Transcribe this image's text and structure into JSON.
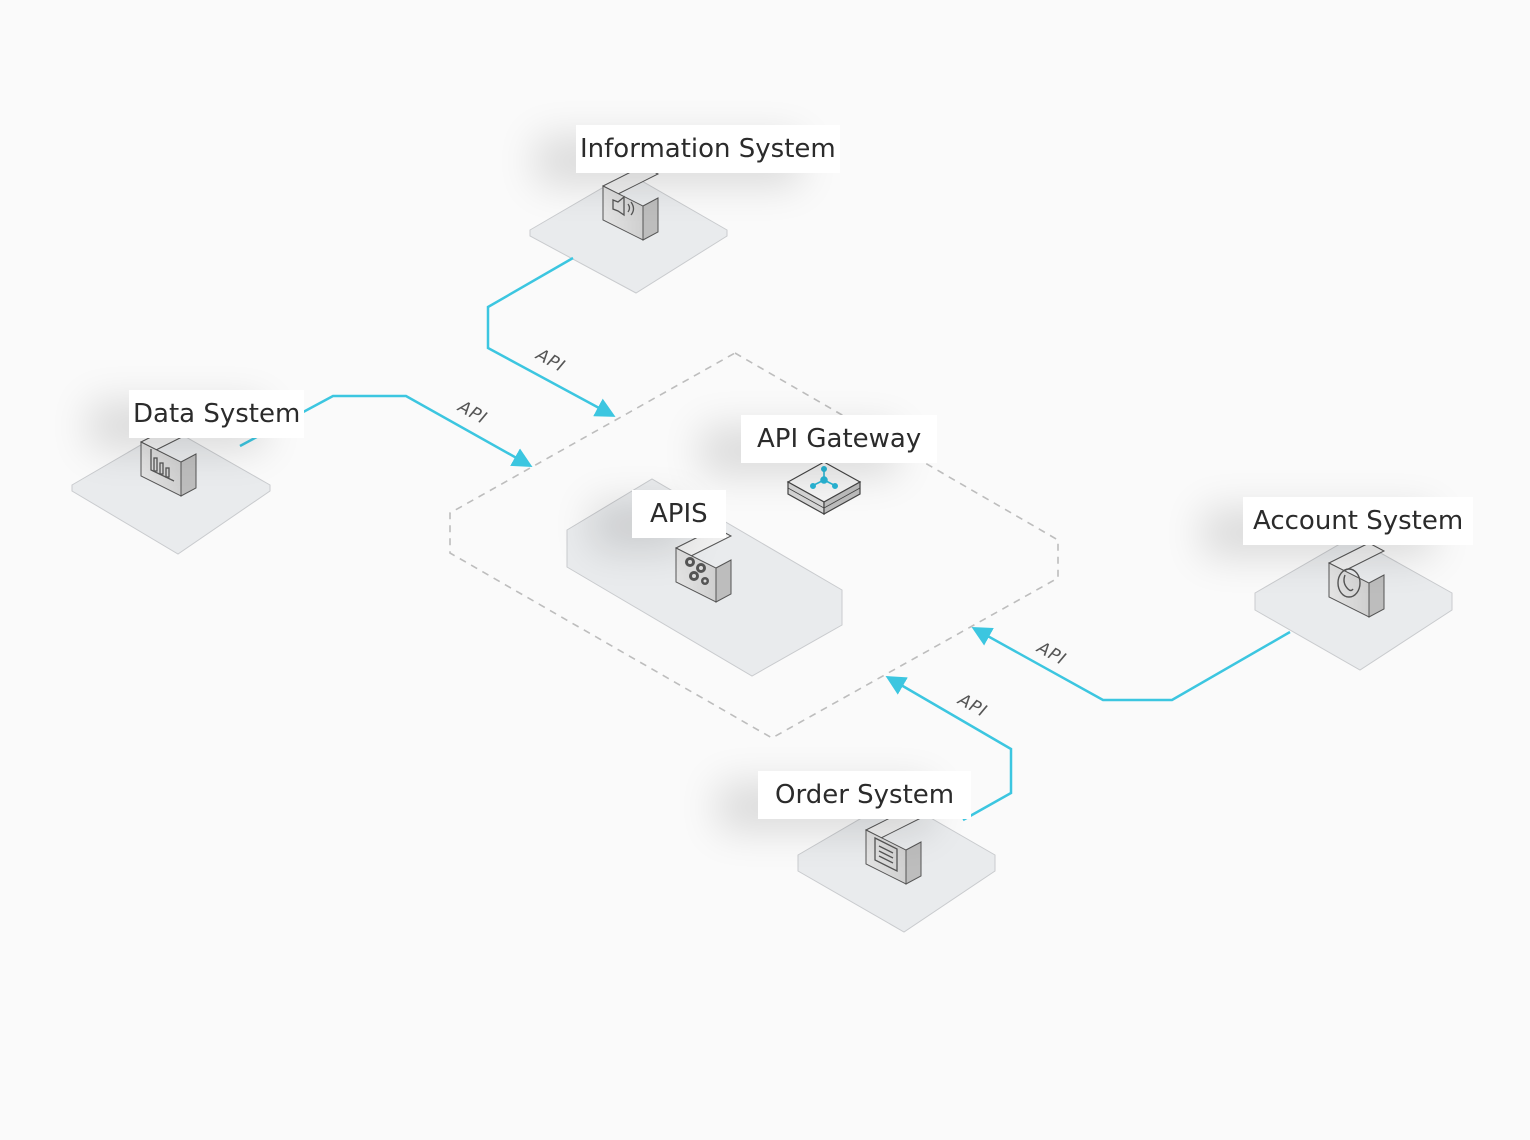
{
  "gateway": {
    "title": "API Gateway",
    "apis_label": "APIS"
  },
  "systems": [
    {
      "name": "Information System",
      "icon": "speaker-icon"
    },
    {
      "name": "Data System",
      "icon": "bar-chart-icon"
    },
    {
      "name": "Account System",
      "icon": "phone-icon"
    },
    {
      "name": "Order System",
      "icon": "document-icon"
    }
  ],
  "connections": [
    {
      "from": "Information System",
      "to": "API Gateway",
      "label": "API"
    },
    {
      "from": "Data System",
      "to": "API Gateway",
      "label": "API"
    },
    {
      "from": "Account System",
      "to": "API Gateway",
      "label": "API"
    },
    {
      "from": "Order System",
      "to": "API Gateway",
      "label": "API"
    }
  ],
  "colors": {
    "connector": "#3cc6e0",
    "platform": "#e9ebed",
    "server": "#d9d9d9",
    "accent": "#29b6d6"
  }
}
